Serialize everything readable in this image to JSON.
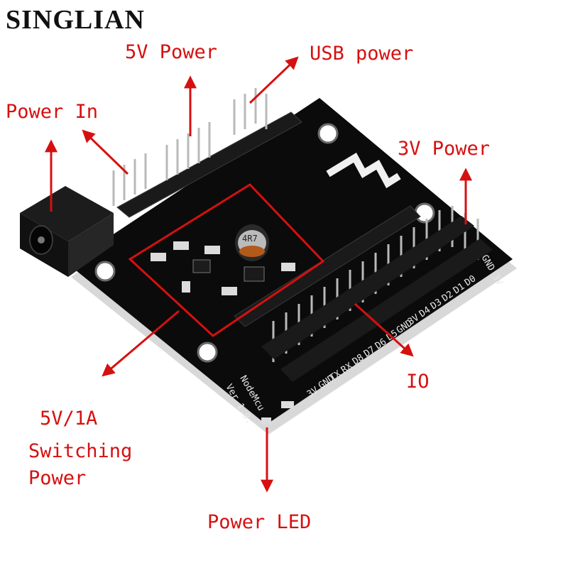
{
  "brand": "SINGLIAN",
  "labels": {
    "power_in": "Power In",
    "five_v_power": "5V Power",
    "usb_power": "USB power",
    "three_v_power": "3V Power",
    "io": "IO",
    "switching_line1": "5V/1A",
    "switching_line2": "Switching",
    "switching_line3": "Power",
    "power_led": "Power LED"
  },
  "board": {
    "inductor_mark": "4R7",
    "model": "NodeMcu",
    "version": "Ver 1.0.",
    "pins_left": [
      "3V",
      "GND",
      "TX",
      "RX",
      "D8",
      "D7",
      "D6",
      "D5"
    ],
    "pins_right": [
      "GND",
      "3V",
      "D4",
      "D3",
      "D2",
      "D1",
      "D0"
    ],
    "corner_pins": "GND 3V"
  },
  "colors": {
    "annotation": "#d61010",
    "board": "#0b0b0b",
    "board_edge": "#d8d8d8",
    "header": "#1a1a1a",
    "pin": "#b9b9b9",
    "silkscreen": "#e8e8e8"
  }
}
